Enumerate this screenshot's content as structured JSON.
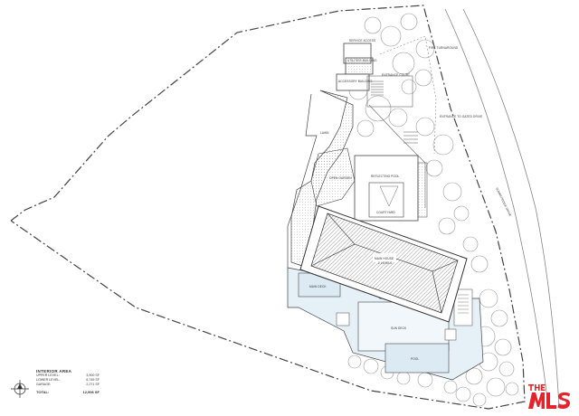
{
  "labels": {
    "service_access": "SERVICE ACCESS",
    "utility_building": "UTILITIES BUILDING",
    "accessory_building": "ACCESSORY BUILDING",
    "entrance_court": "ENTRANCE COURT",
    "fire_turnaround": "FIRE TURNAROUND",
    "entrance_gate": "ENTRANCE TO GATED DRIVE",
    "lawn": "LAWN",
    "open_garden": "OPEN GARDEN",
    "reflecting_pool": "REFLECTING POOL",
    "courtyard": "COURTYARD",
    "main_house": "MAIN HOUSE",
    "main_house_sub": "2 LEVELS",
    "main_deck": "MAIN DECK",
    "sun_deck": "SUN DECK",
    "pool": "POOL",
    "street_name": "SUMMITRIDGE DRIVE"
  },
  "legend": {
    "title": "INTERIOR AREA",
    "rows": [
      {
        "label": "UPPER LEVEL:",
        "value": "3,900 SF"
      },
      {
        "label": "LOWER LEVEL:",
        "value": "6,745 SF"
      },
      {
        "label": "GARAGE:",
        "value": "2,271 SF"
      }
    ],
    "total_label": "TOTAL:",
    "total_value": "12,906 SF"
  },
  "logo": {
    "text": "THE MLS",
    "color": "#e4232b"
  },
  "colors": {
    "line": "#444444",
    "pool": "#e6f1f7",
    "tree": "#9a9a9a"
  }
}
